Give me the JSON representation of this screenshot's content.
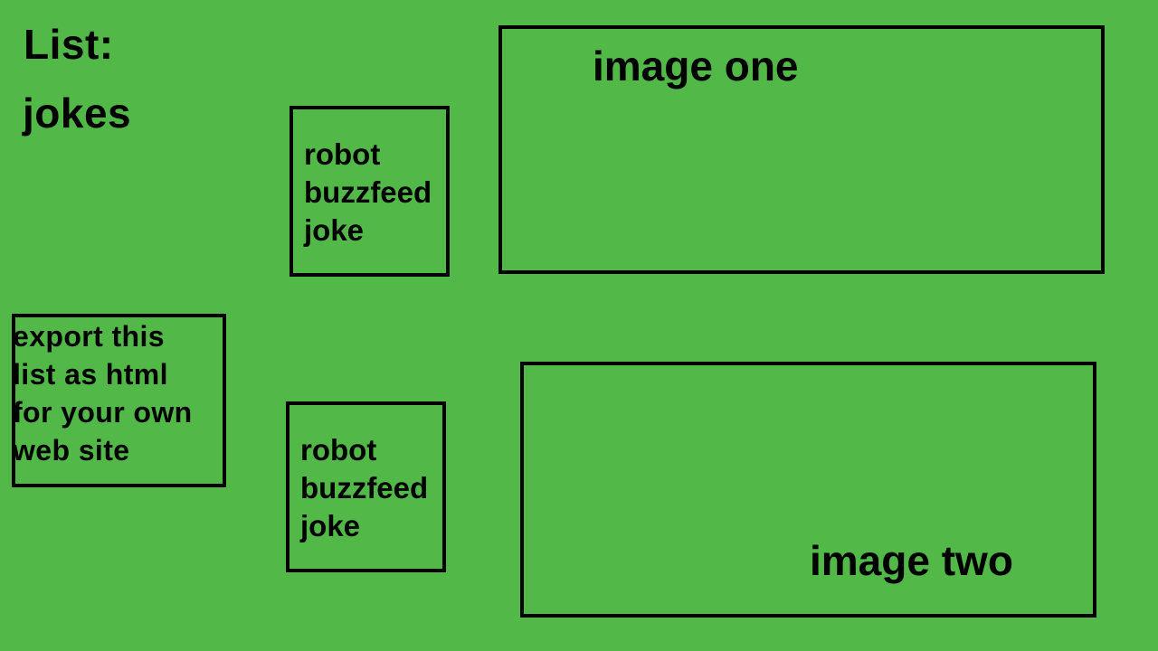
{
  "header": {
    "list_label": "List:",
    "category_label": "jokes"
  },
  "jokes": [
    {
      "text": "robot\nbuzzfeed\njoke"
    },
    {
      "text": "robot\nbuzzfeed\njoke"
    }
  ],
  "export": {
    "label": "export this\nlist as html\nfor your own\nweb site"
  },
  "images": {
    "one_label": "image one",
    "two_label": "image two"
  },
  "colors": {
    "background": "#52b848",
    "border": "#000000",
    "text": "#000000"
  }
}
